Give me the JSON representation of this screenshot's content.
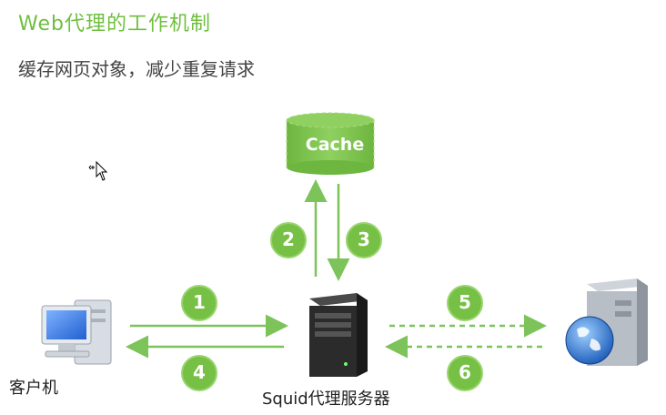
{
  "title": "Web代理的工作机制",
  "subtitle": "缓存网页对象，减少重复请求",
  "nodes": {
    "cache": "Cache",
    "client": "客户机",
    "proxy": "Squid代理服务器"
  },
  "steps": [
    "1",
    "2",
    "3",
    "4",
    "5",
    "6"
  ],
  "colors": {
    "accent": "#6fbf3f",
    "badge": "#76c045",
    "arrow": "#7cc35a"
  },
  "icons": {
    "cache": "database-cylinder-icon",
    "client": "desktop-computer-icon",
    "proxy": "server-tower-icon",
    "web": "web-server-globe-icon"
  }
}
